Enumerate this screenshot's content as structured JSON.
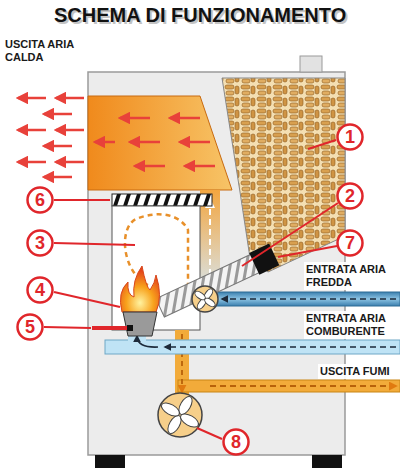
{
  "diagram": {
    "title": "SCHEMA DI FUNZIONAMENTO",
    "nodes": [
      {
        "text": [
          "1"
        ]
      },
      {
        "text": [
          "2"
        ]
      },
      {
        "text": [
          "3"
        ]
      },
      {
        "text": [
          "4"
        ]
      },
      {
        "text": [
          "5"
        ]
      },
      {
        "text": [
          "6"
        ]
      },
      {
        "text": [
          "7"
        ]
      },
      {
        "text": [
          "8"
        ]
      }
    ],
    "labels": [
      "USCITA ARIA CALDA",
      "ENTRATA ARIA FREDDA",
      "ENTRATA ARIA COMBURENTE",
      "USCITA FUMI"
    ]
  }
}
